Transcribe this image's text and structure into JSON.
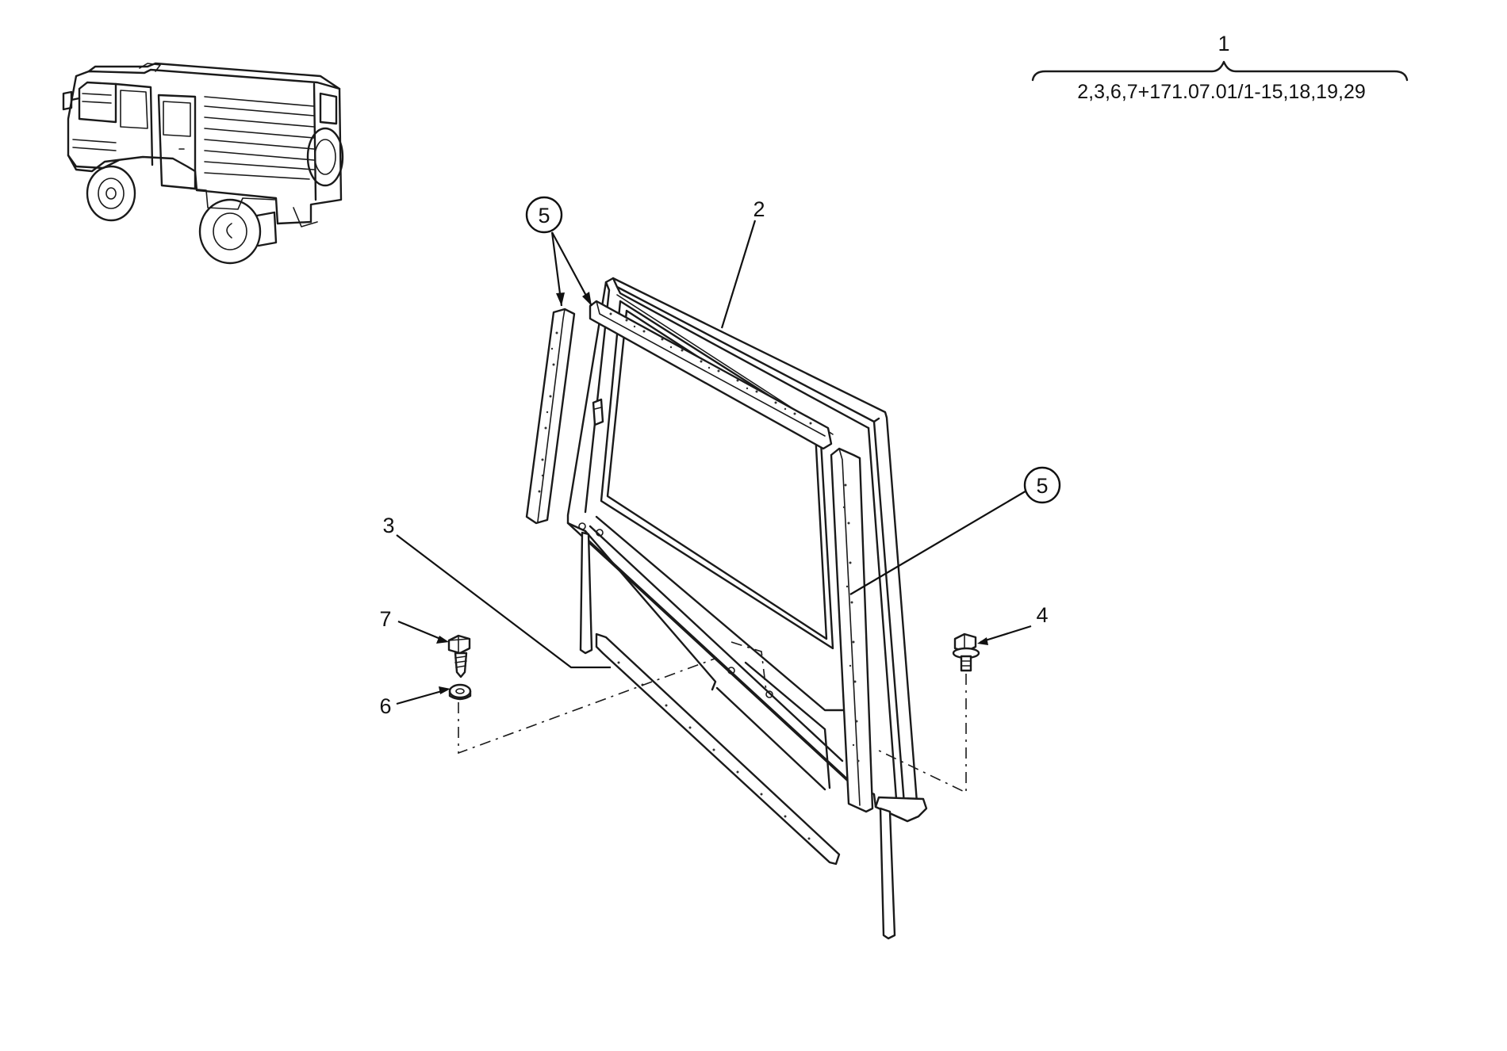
{
  "assembly": {
    "number": "1",
    "contents": "2,3,6,7+171.07.01/1-15,18,19,29"
  },
  "callouts": [
    {
      "id": "c5a",
      "label": "5",
      "circled": true
    },
    {
      "id": "c2",
      "label": "2",
      "circled": false
    },
    {
      "id": "c5b",
      "label": "5",
      "circled": true
    },
    {
      "id": "c3",
      "label": "3",
      "circled": false
    },
    {
      "id": "c7",
      "label": "7",
      "circled": false
    },
    {
      "id": "c6",
      "label": "6",
      "circled": false
    },
    {
      "id": "c4",
      "label": "4",
      "circled": false
    }
  ],
  "colors": {
    "line": "#1a1a1a",
    "background": "#ffffff"
  }
}
